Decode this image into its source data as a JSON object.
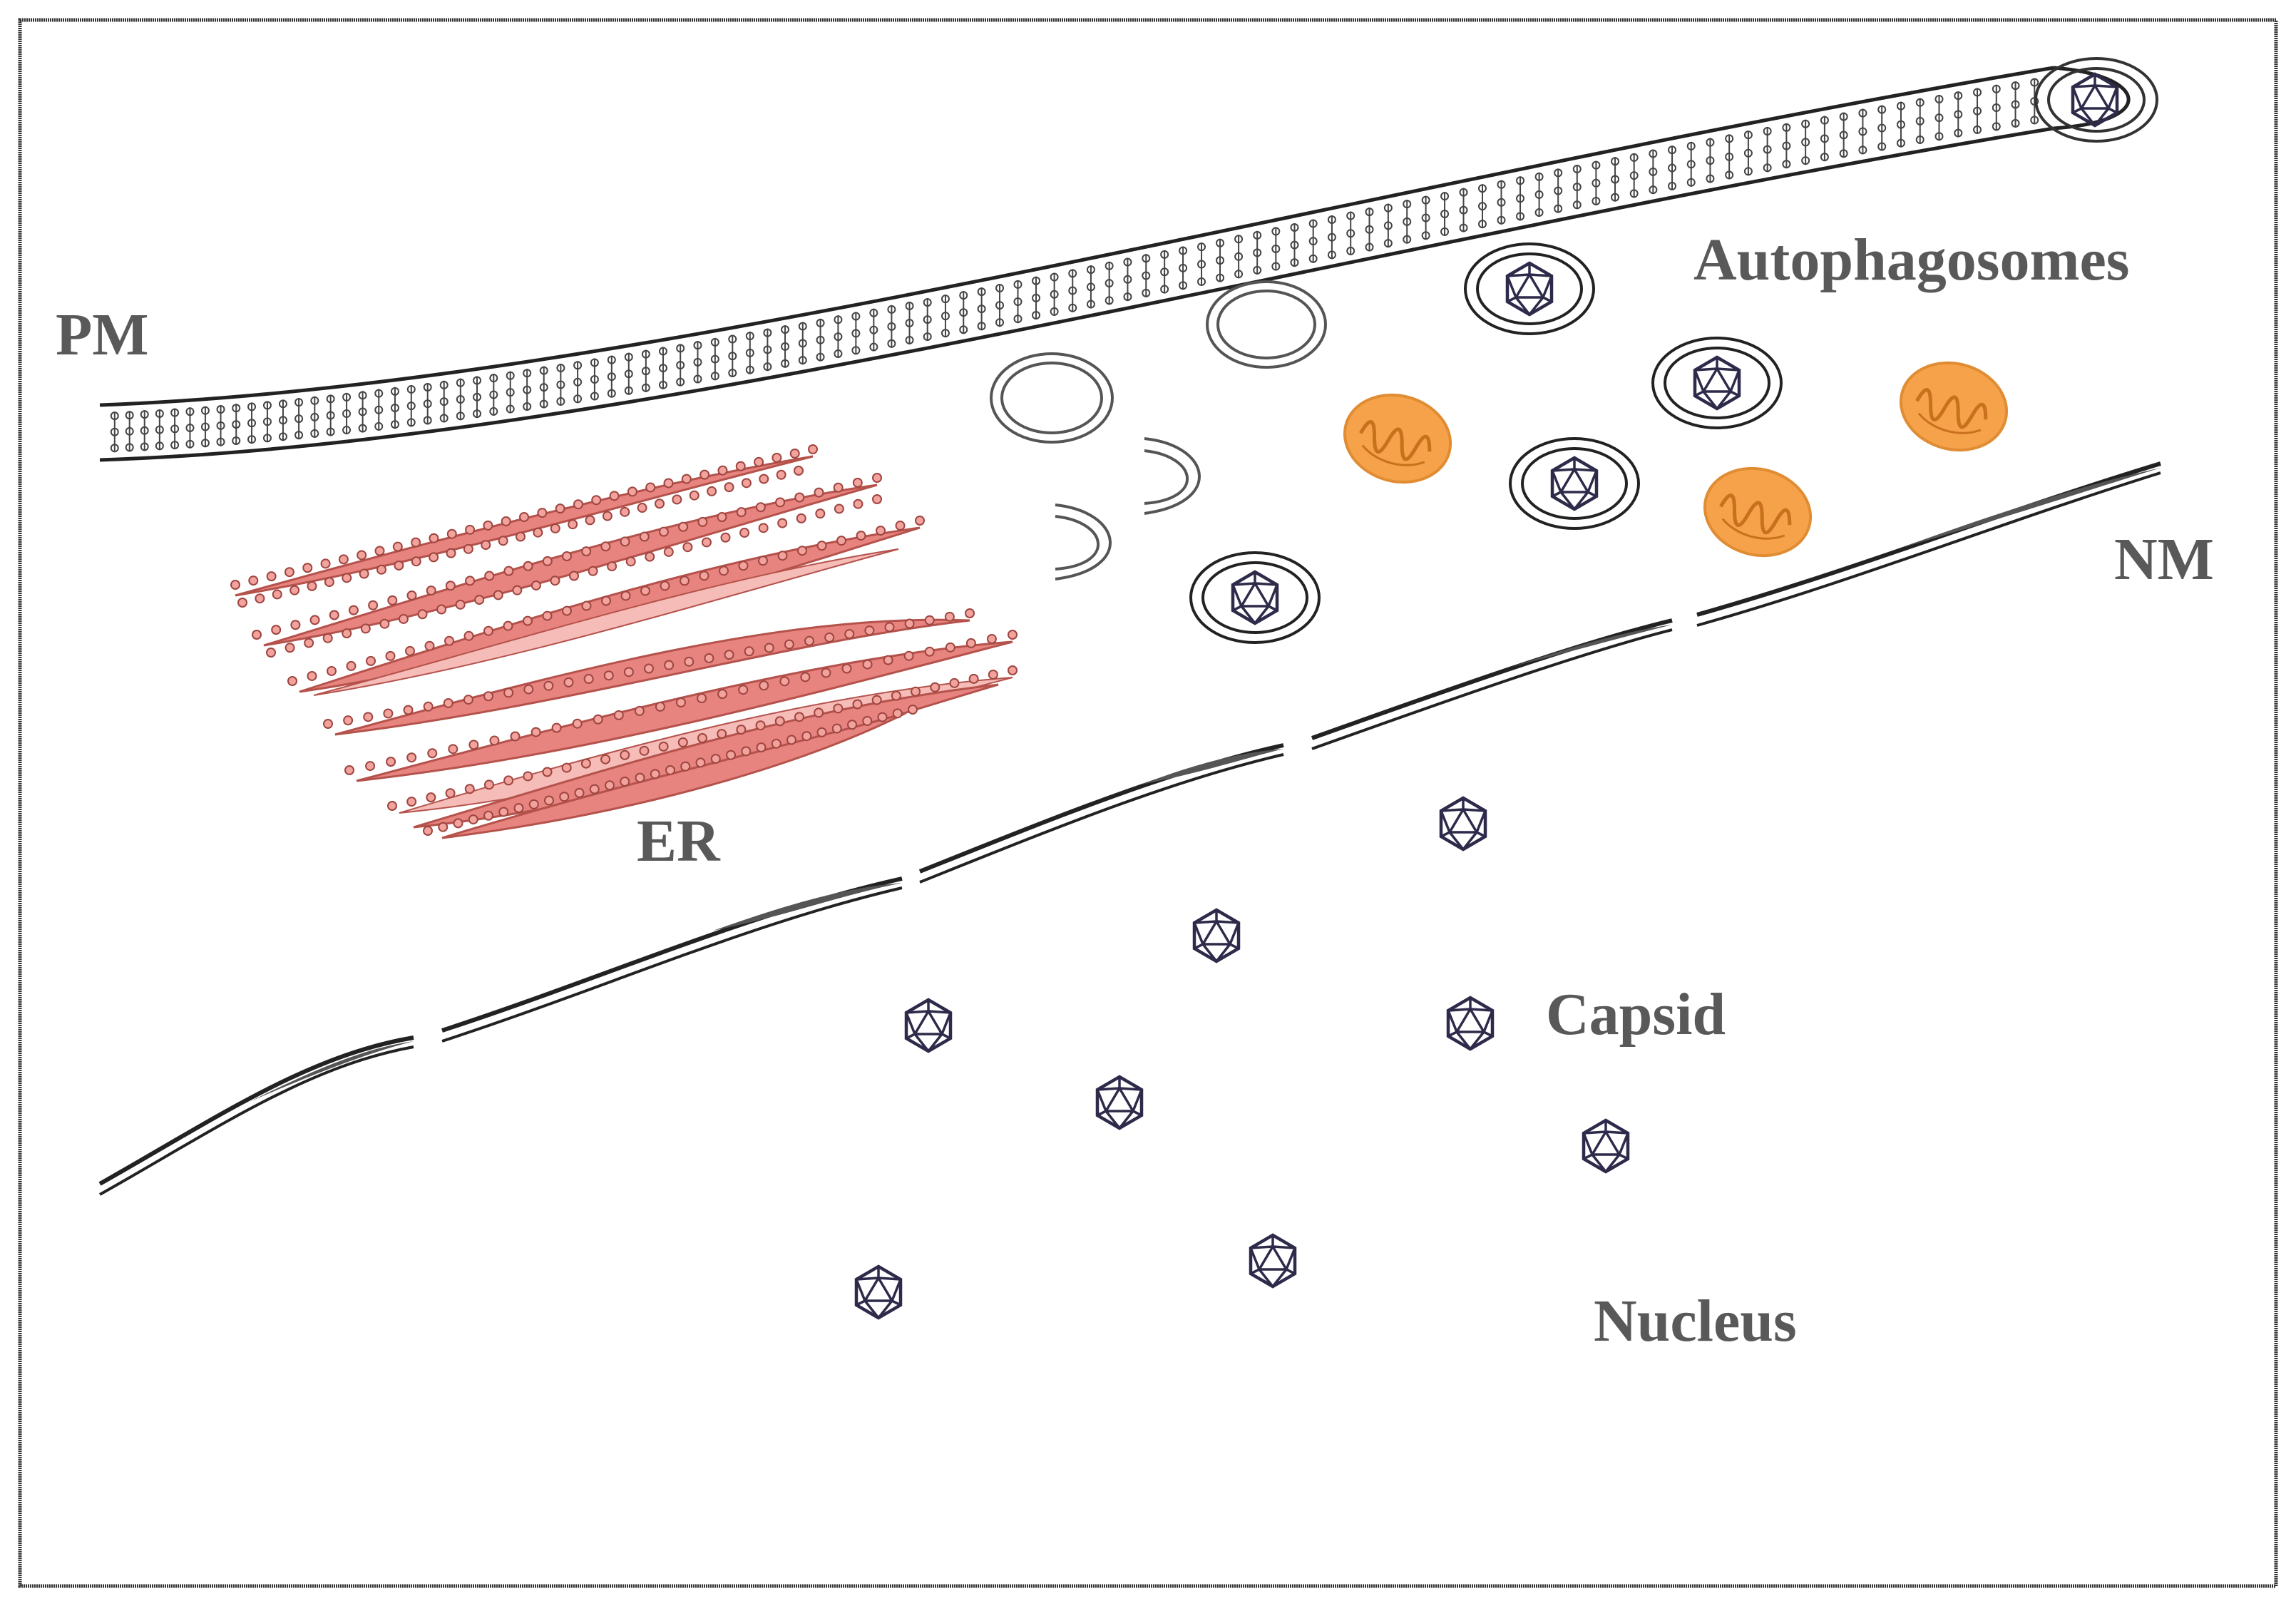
{
  "labels": {
    "pm": "PM",
    "nm": "NM",
    "er": "ER",
    "autophagosomes": "Autophagosomes",
    "capsid": "Capsid",
    "nucleus": "Nucleus"
  },
  "colors": {
    "er_fill": "#e8847f",
    "er_stroke": "#b5524c",
    "mito_fill": "#f5a24a",
    "mito_stroke": "#d9822b",
    "capsid_stroke": "#2d2a4a",
    "label_text": "#595959",
    "frame": "#333333"
  },
  "icons": {
    "capsid": "icosahedron-icon",
    "mitochondrion": "mitochondrion-icon",
    "autophagosome": "double-membrane-vesicle-icon"
  }
}
